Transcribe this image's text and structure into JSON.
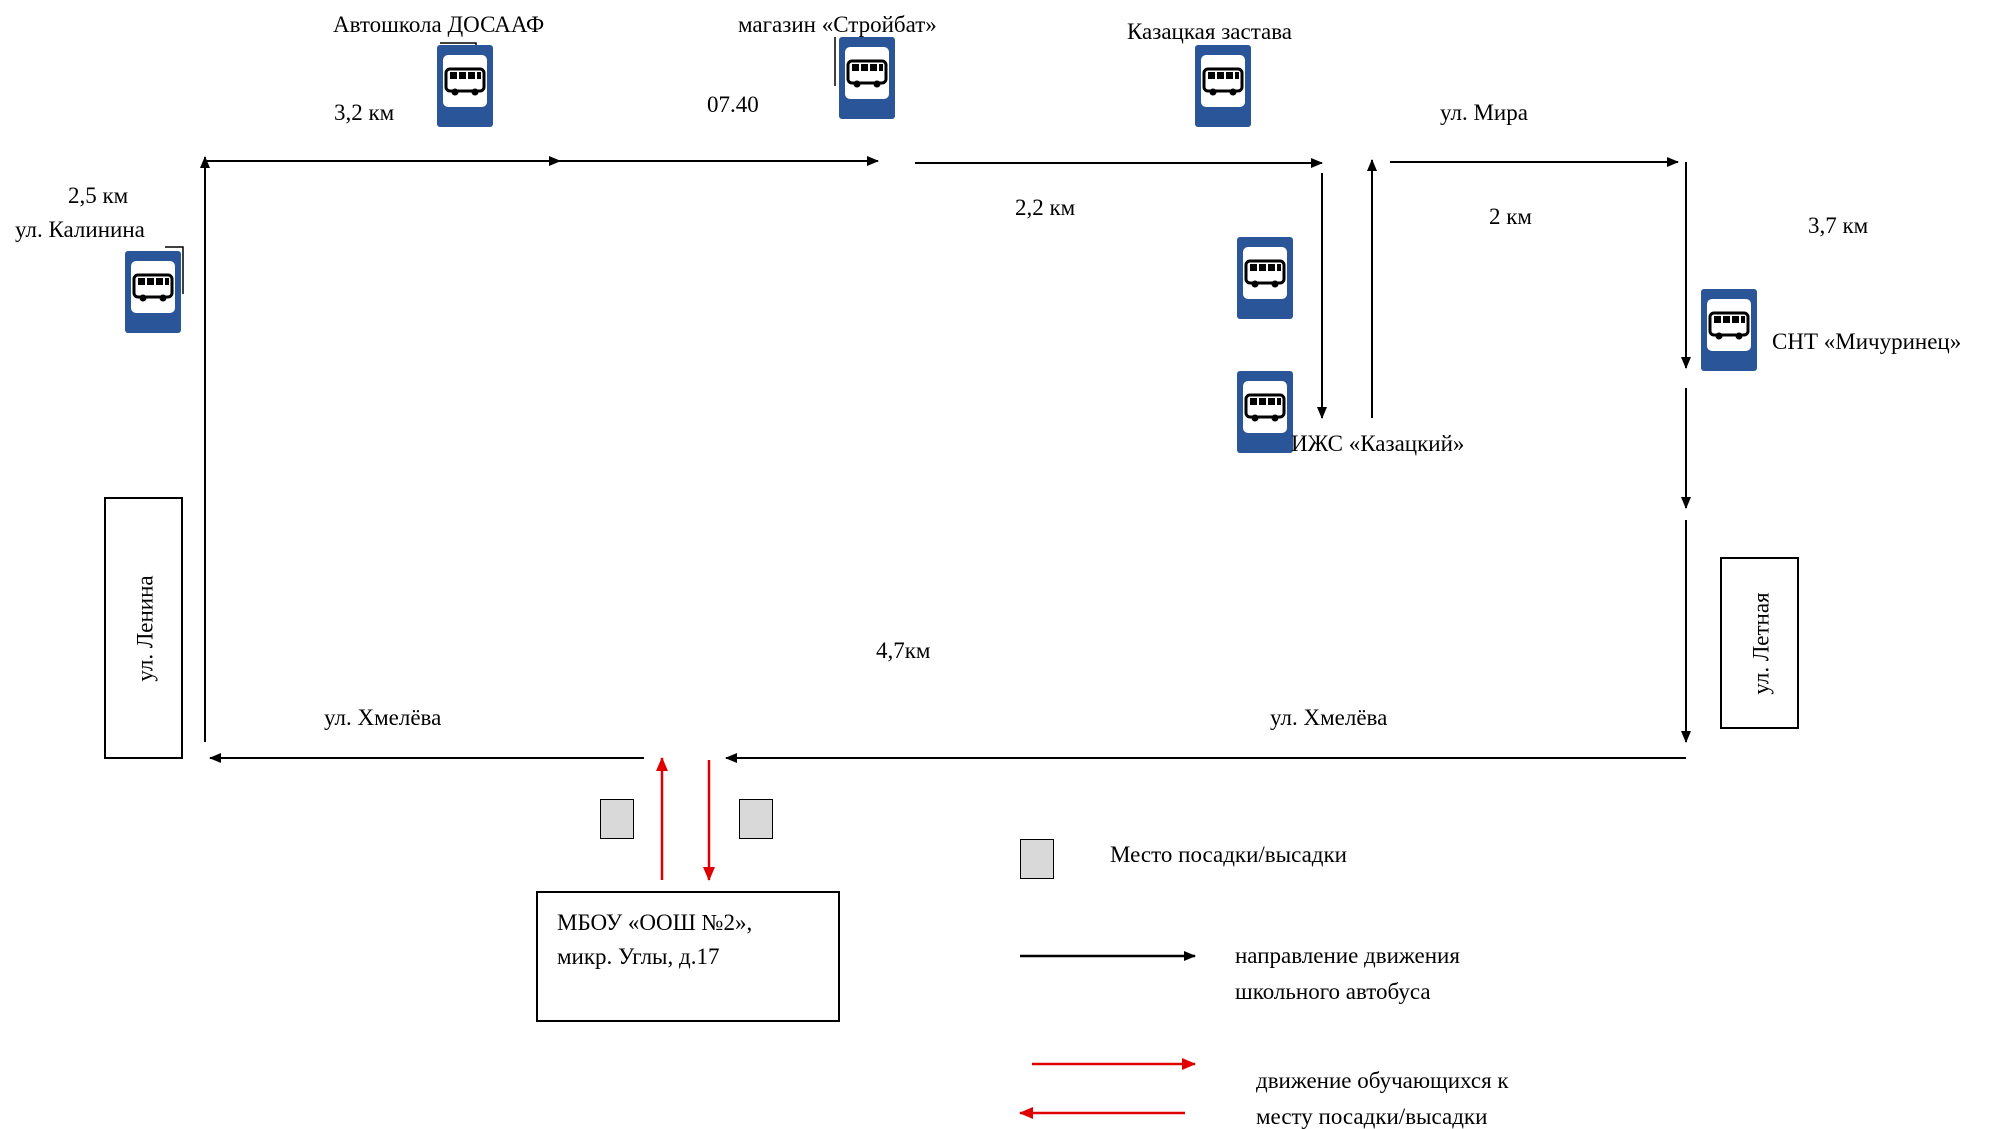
{
  "stops": {
    "avtoshkola": "Автошкола ДОСААФ",
    "stroybat": "магазин «Стройбат»",
    "zastava": "Казацкая застава",
    "kalinina": "ул. Калинина",
    "izhs": "ИЖС «Казацкий»",
    "michurinets": "СНТ «Мичуринец»"
  },
  "distances": {
    "d1": "2,5 км",
    "d2": "3,2 км",
    "d3": "2,2 км",
    "d4": "2 км",
    "d5": "3,7 км",
    "d6": "4,7км"
  },
  "time_label": "07.40",
  "streets": {
    "mira": "ул. Мира",
    "khmeleva_left": "ул. Хмелёва",
    "khmeleva_right": "ул. Хмелёва",
    "lenina": "ул. Ленина",
    "letnaya": "ул. Летная"
  },
  "school": {
    "line1": "МБОУ «ООШ №2»,",
    "line2": "микр. Углы, д.17"
  },
  "legend": {
    "seat": "Место посадки/высадки",
    "bus_line1": "направление движения",
    "bus_line2": "школьного автобуса",
    "students_line1": "движение обучающихся к",
    "students_line2": "месту посадки/высадки"
  },
  "colors": {
    "bus_route": "#000000",
    "student_route": "#e00000",
    "sign": "#2a5598",
    "seat": "#d9d9d9"
  },
  "icons": [
    "bus-stop-sign-icon",
    "arrow-icon",
    "boarding-place-icon"
  ]
}
